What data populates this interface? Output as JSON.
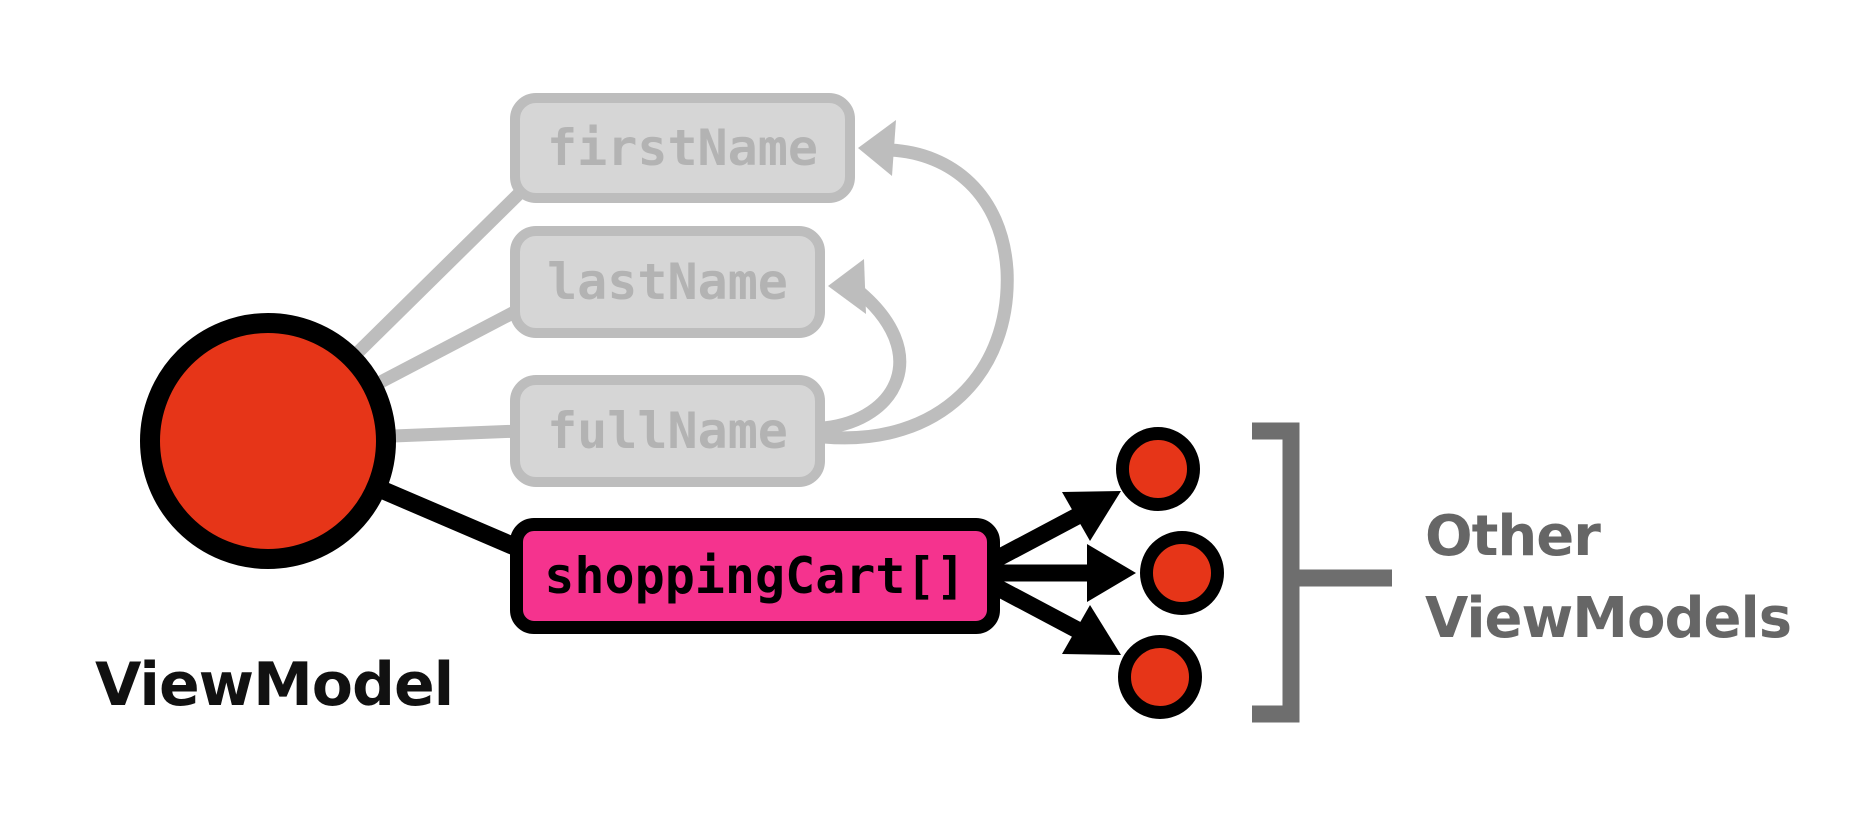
{
  "diagram": {
    "main_node_label": "ViewModel",
    "properties": [
      {
        "label": "firstName",
        "state": "inactive"
      },
      {
        "label": "lastName",
        "state": "inactive"
      },
      {
        "label": "fullName",
        "state": "inactive"
      },
      {
        "label": "shoppingCart[]",
        "state": "active"
      }
    ],
    "annotation": {
      "line1": "Other",
      "line2": "ViewModels"
    },
    "colors": {
      "node_red": "#E63518",
      "active_pink": "#F5338E",
      "inactive_fill": "#D6D6D6",
      "inactive_stroke": "#BDBDBD",
      "inactive_text": "#B3B3B3",
      "edge_black": "#000000",
      "annotation_gray": "#666666",
      "bracket_gray": "#6E6E6E"
    }
  }
}
